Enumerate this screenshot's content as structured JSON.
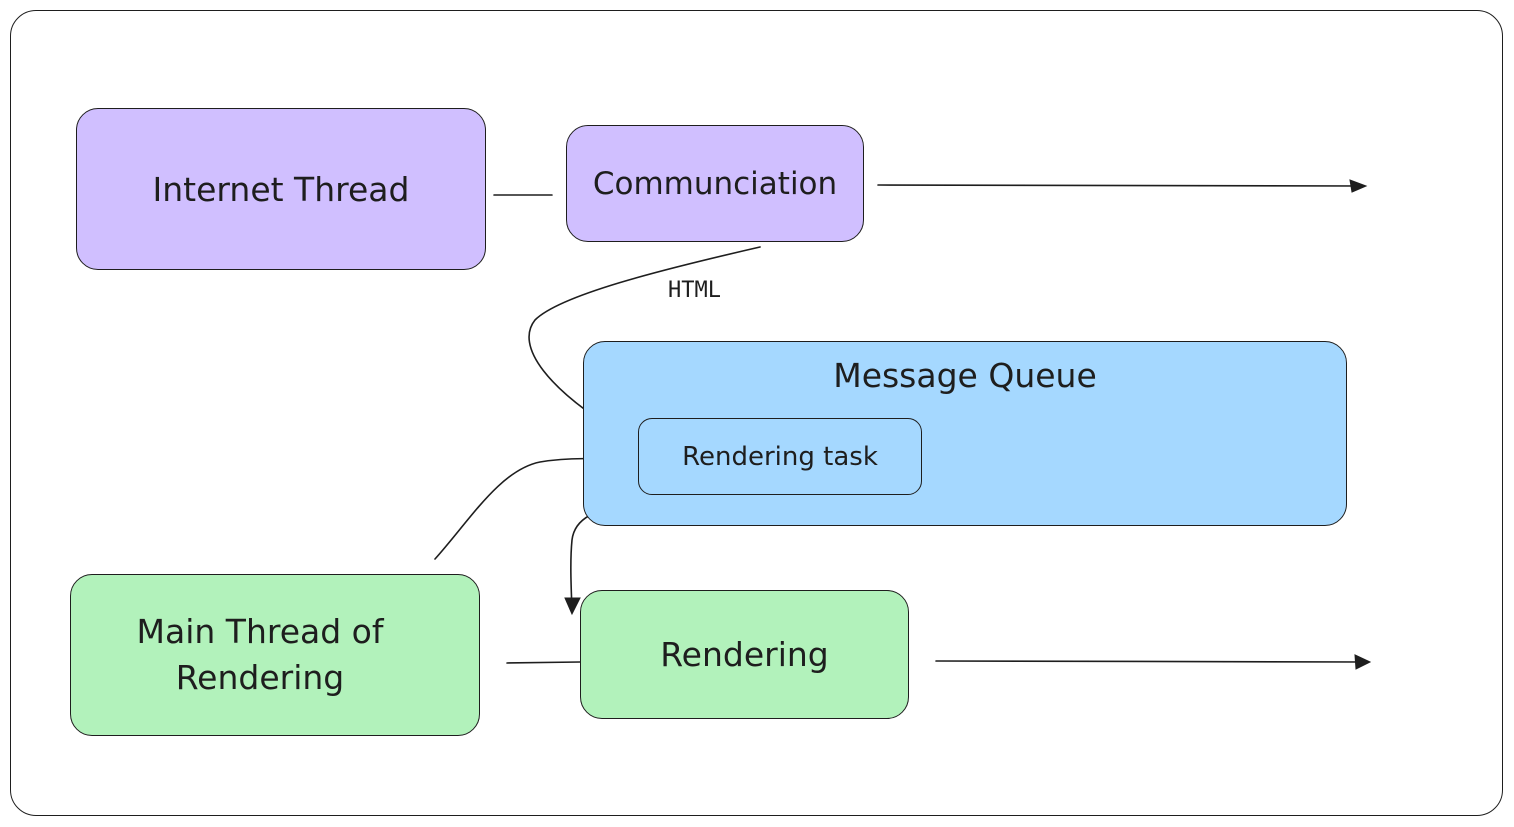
{
  "nodes": {
    "internet_thread": "Internet Thread",
    "communication": "Communciation",
    "message_queue": "Message Queue",
    "rendering_task": "Rendering task",
    "main_thread": "Main Thread of Rendering",
    "rendering": "Rendering"
  },
  "edges": {
    "html_label": "HTML"
  },
  "colors": {
    "purple_fill": "#d0bfff",
    "blue_fill": "#a5d8ff",
    "green_fill": "#b2f2bb",
    "stroke": "#1e1e1e"
  }
}
